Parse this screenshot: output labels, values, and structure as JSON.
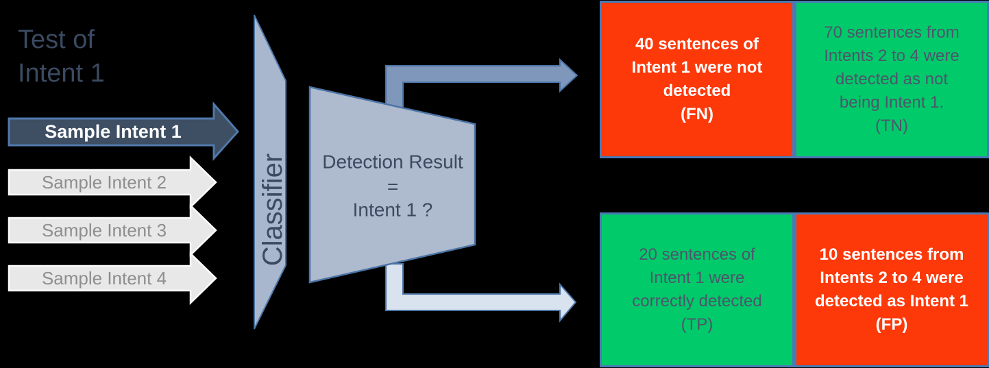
{
  "title": "Test of\nIntent 1",
  "inputs": [
    {
      "label": "Sample Intent 1",
      "highlighted": true
    },
    {
      "label": "Sample Intent 2",
      "highlighted": false
    },
    {
      "label": "Sample Intent 3",
      "highlighted": false
    },
    {
      "label": "Sample Intent 4",
      "highlighted": false
    }
  ],
  "classifier": {
    "label": "Classifier"
  },
  "decision": {
    "line1": "Detection Result",
    "line2": "=",
    "line3": "Intent 1 ?"
  },
  "outcomes": {
    "false_negative": {
      "text": "40 sentences of\nIntent 1 were not\ndetected\n(FN)",
      "count": 40,
      "code": "FN"
    },
    "true_negative": {
      "text": "70 sentences from\nIntents 2 to 4 were\ndetected as not\nbeing Intent 1.\n(TN)",
      "count": 70,
      "code": "TN"
    },
    "true_positive": {
      "text": "20 sentences of\nIntent 1 were\ncorrectly detected\n(TP)",
      "count": 20,
      "code": "TP"
    },
    "false_positive": {
      "text": "10 sentences from\nIntents 2 to 4 were\ndetected as Intent 1\n(FP)",
      "count": 10,
      "code": "FP"
    }
  },
  "colors": {
    "background": "#000000",
    "negative_box": "#fd3809",
    "positive_box": "#01ca6b",
    "box_border": "#4a7ab5",
    "shape_fill": "#aebacd",
    "shape_border": "#4c74a6",
    "highlight_arrow_fill": "#3e4e63",
    "neutral_arrow_fill": "#e8e8e8",
    "top_elbow_fill": "#8097bc",
    "bottom_elbow_fill": "#d9e2ef",
    "title_text": "#3a4a61",
    "dark_label_text": "#3c4a60"
  }
}
